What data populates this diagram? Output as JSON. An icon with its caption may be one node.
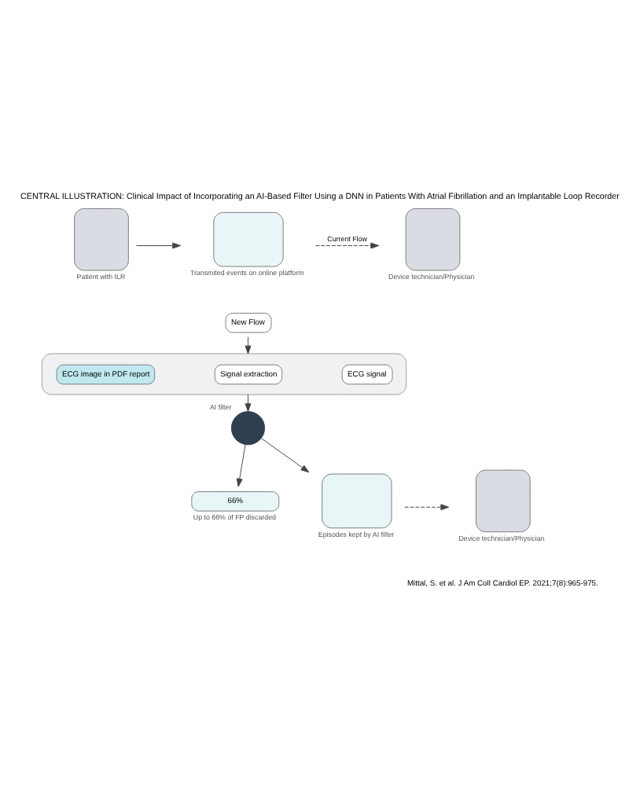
{
  "diagram": {
    "title": "CENTRAL ILLUSTRATION: Clinical Impact of Incorporating an AI-Based Filter Using a DNN in Patients With Atrial Fibrillation and an Implantable Loop Recorder",
    "caption": "Mittal, S. et al. J Am Coll Cardiol EP. 2021;7(8):965-975.",
    "nodes": [
      {
        "text": [],
        "shape": "person",
        "beside": [
          "Patient with ILR"
        ]
      },
      {
        "text": [],
        "shape": "box",
        "beside": [
          "Transmited events on online platform"
        ]
      },
      {
        "text": [],
        "shape": "person",
        "beside": [
          "Device technician/Physician"
        ]
      },
      {
        "text": [
          "New Flow"
        ]
      },
      {
        "text": [],
        "shape": "box"
      },
      {
        "text": [
          "ECG image in PDF report"
        ],
        "in": 4
      },
      {
        "text": [
          "Signal extraction"
        ],
        "in": 4
      },
      {
        "text": [
          "ECG signal"
        ],
        "in": 4
      },
      {
        "text": [],
        "shape": "circle",
        "beside": [
          "AI filter"
        ]
      },
      {
        "text": [
          "66%"
        ],
        "beside": [
          "Up to 66% of FP discarded"
        ]
      },
      {
        "text": [],
        "shape": "box",
        "beside": [
          "Episodes kept by AI filter"
        ]
      },
      {
        "text": [],
        "shape": "person",
        "beside": [
          "Device technician/Physician"
        ]
      }
    ],
    "edges": [
      {
        "from": 0,
        "to": 1,
        "arrow": "to"
      },
      {
        "from": 1,
        "to": 2,
        "arrow": "to",
        "label": "Current Flow",
        "style": "dashed"
      },
      {
        "from": 3,
        "to": 4,
        "arrow": "to"
      },
      {
        "from": 4,
        "to": 8,
        "arrow": "to"
      },
      {
        "from": 8,
        "to": 9,
        "arrow": "to"
      },
      {
        "from": 8,
        "to": 10,
        "arrow": "to"
      },
      {
        "from": 10,
        "to": 11,
        "arrow": "to",
        "style": "dashed"
      }
    ]
  }
}
